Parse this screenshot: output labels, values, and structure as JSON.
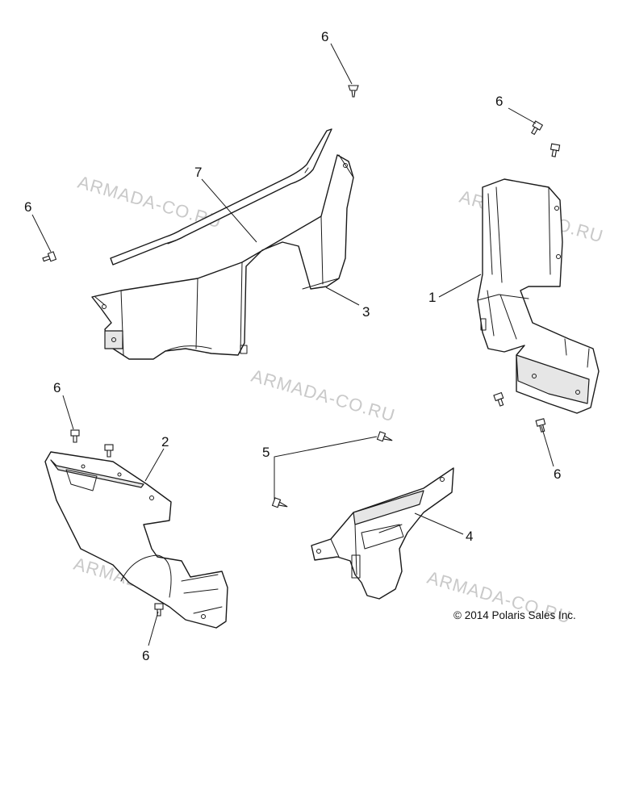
{
  "diagram": {
    "callouts": [
      "6",
      "6",
      "7",
      "6",
      "3",
      "1",
      "6",
      "2",
      "5",
      "6",
      "4",
      "6"
    ],
    "copyright": "© 2014 Polaris Sales Inc.",
    "watermark": "ARMADA-CO.RU"
  }
}
